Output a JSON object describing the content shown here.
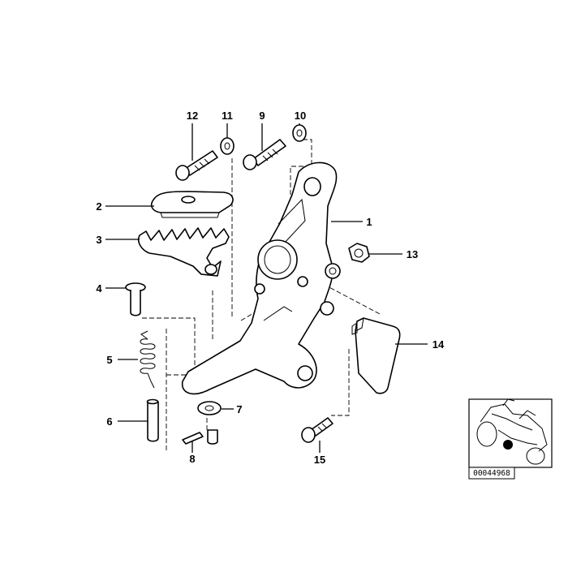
{
  "callouts": [
    {
      "id": "c1",
      "text": "1"
    },
    {
      "id": "c2",
      "text": "2"
    },
    {
      "id": "c3",
      "text": "3"
    },
    {
      "id": "c4",
      "text": "4"
    },
    {
      "id": "c5",
      "text": "5"
    },
    {
      "id": "c6",
      "text": "6"
    },
    {
      "id": "c7",
      "text": "7"
    },
    {
      "id": "c8",
      "text": "8"
    },
    {
      "id": "c9",
      "text": "9"
    },
    {
      "id": "c10",
      "text": "10"
    },
    {
      "id": "c11",
      "text": "11"
    },
    {
      "id": "c12",
      "text": "12"
    },
    {
      "id": "c13",
      "text": "13"
    },
    {
      "id": "c14",
      "text": "14"
    },
    {
      "id": "c15",
      "text": "15"
    }
  ],
  "inset": {
    "reference_number": "00044968"
  }
}
